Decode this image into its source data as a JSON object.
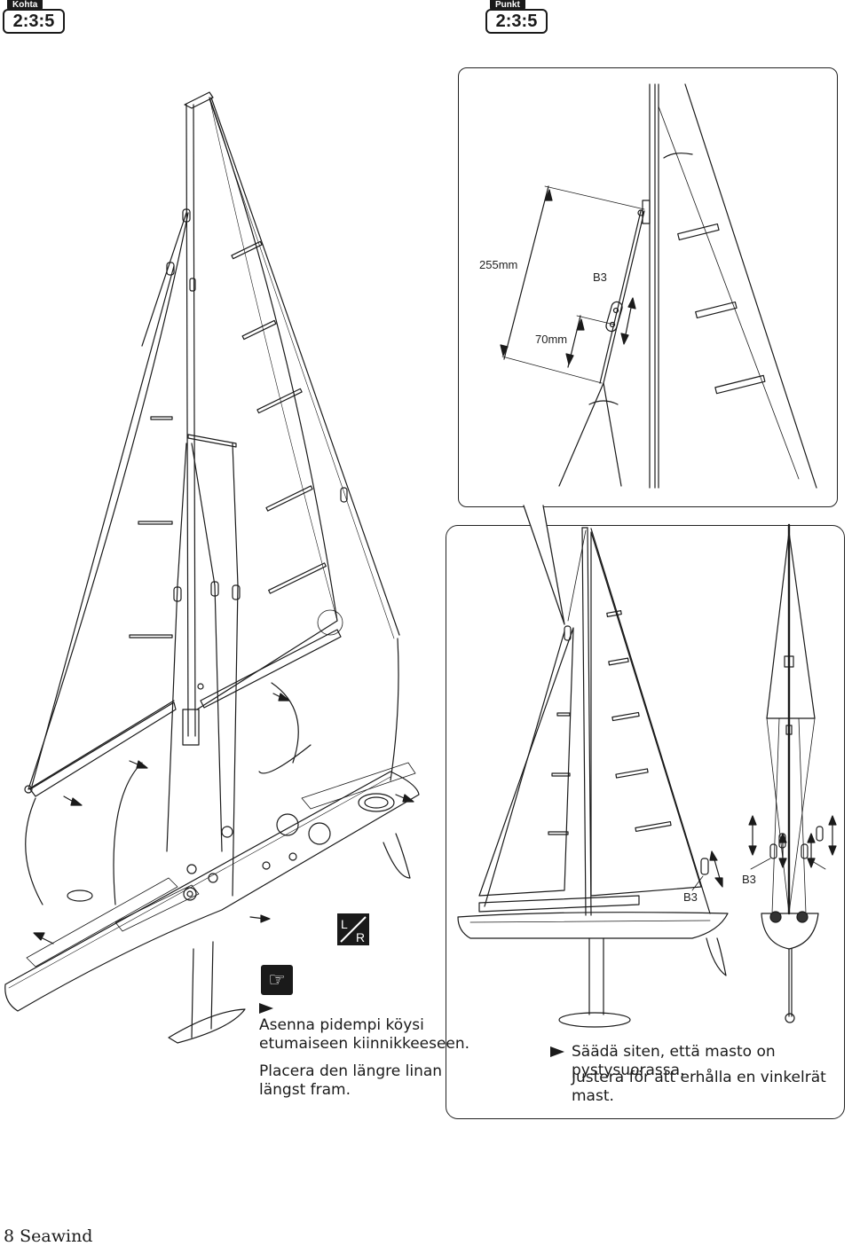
{
  "step_left": {
    "label": "Kohta",
    "number": "2:3:5"
  },
  "step_right": {
    "label": "Punkt",
    "number": "2:3:5"
  },
  "callout": {
    "dim_long": "255mm",
    "dim_short": "70mm",
    "part": "B3"
  },
  "panel": {
    "part_side": "B3",
    "part_front": "B3",
    "instruction_fi": "Säädä siten, että masto on pystysuorassa.",
    "instruction_sv": "Justera för att erhålla en vinkelrät mast."
  },
  "left": {
    "instruction_fi_line1": "Asenna pidempi köysi",
    "instruction_fi_line2": "etumaiseen kiinnikkeeseen.",
    "instruction_sv_line1": "Placera den längre linan",
    "instruction_sv_line2": "längst fram."
  },
  "icons": {
    "lr": "L/R",
    "hand": "pointing-hand-icon"
  },
  "footer": {
    "page_number": "8",
    "title": "Seawind"
  }
}
